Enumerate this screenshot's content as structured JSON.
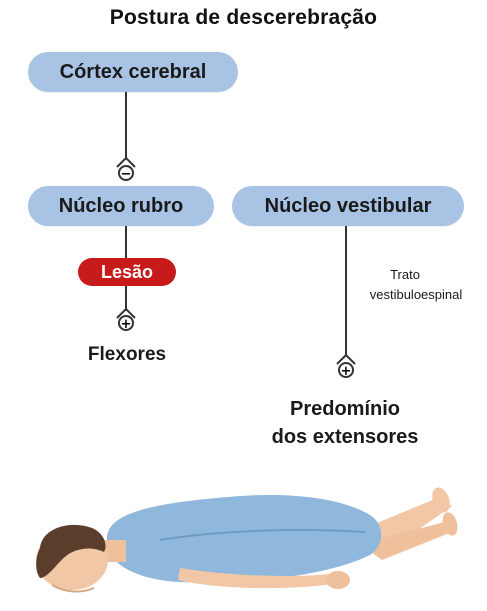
{
  "title": "Postura de descerebração",
  "nodes": {
    "cortex": "Córtex cerebral",
    "rubro": "Núcleo rubro",
    "vestibular": "Núcleo vestibular"
  },
  "lesion_badge": "Lesão",
  "labels": {
    "flexores": "Flexores",
    "trato_line1": "Trato",
    "trato_line2": "vestibuloespinal",
    "extensores_line1": "Predomínio",
    "extensores_line2": "dos extensores"
  },
  "synapse_signs": {
    "rubro_input": "−",
    "flexor_output": "+",
    "extensor_output": "+"
  },
  "colors": {
    "node_fill": "#a8c3e3",
    "lesion_fill": "#c71b1b",
    "patient_gown": "#8fb8dc",
    "skin": "#f2c7a5",
    "hair": "#5a3d2b"
  },
  "icons": [
    "synapse-inhibitory-icon",
    "synapse-excitatory-icon",
    "patient-illustration"
  ]
}
